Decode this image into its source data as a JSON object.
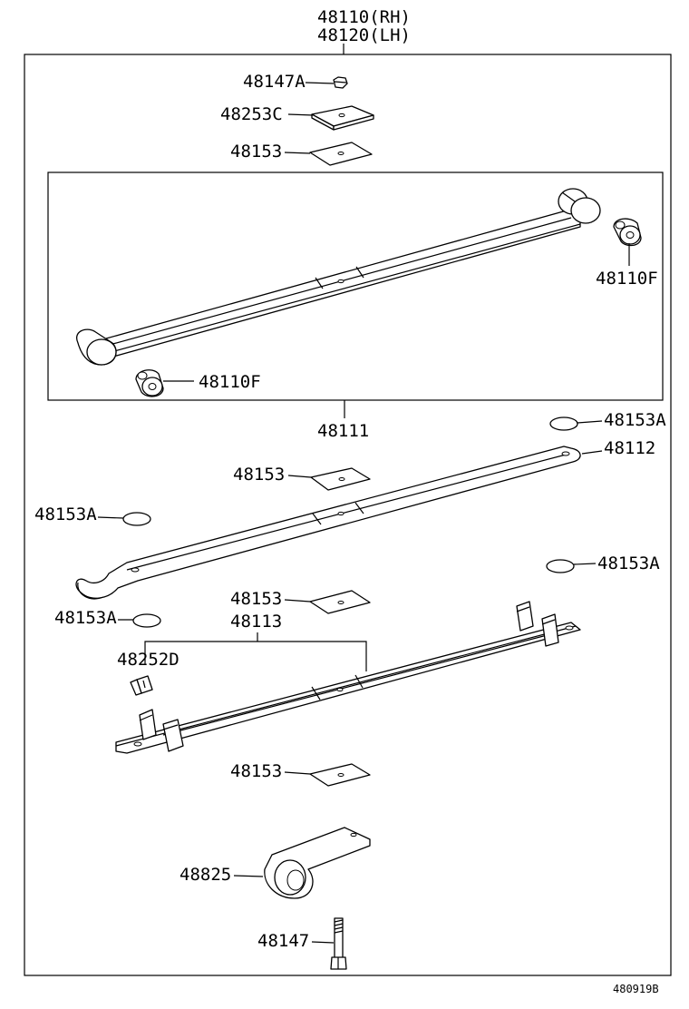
{
  "assembly": {
    "rh": "48110(RH)",
    "lh": "48120(LH)"
  },
  "labels": {
    "nut_top": "48147A",
    "plate_top": "48253C",
    "spacer_top": "48153",
    "bushing_right": "48110F",
    "bushing_left": "48110F",
    "main_leaf": "48111",
    "pad_right_1": "48153A",
    "leaf_2": "48112",
    "spacer_2": "48153",
    "pad_left_1": "48153A",
    "pad_right_2": "48153A",
    "spacer_3": "48153",
    "pad_left_2": "48153A",
    "leaf_3": "48113",
    "clip": "48252D",
    "spacer_4": "48153",
    "bracket": "48825",
    "bolt": "48147"
  },
  "diagram_code": "480919B"
}
